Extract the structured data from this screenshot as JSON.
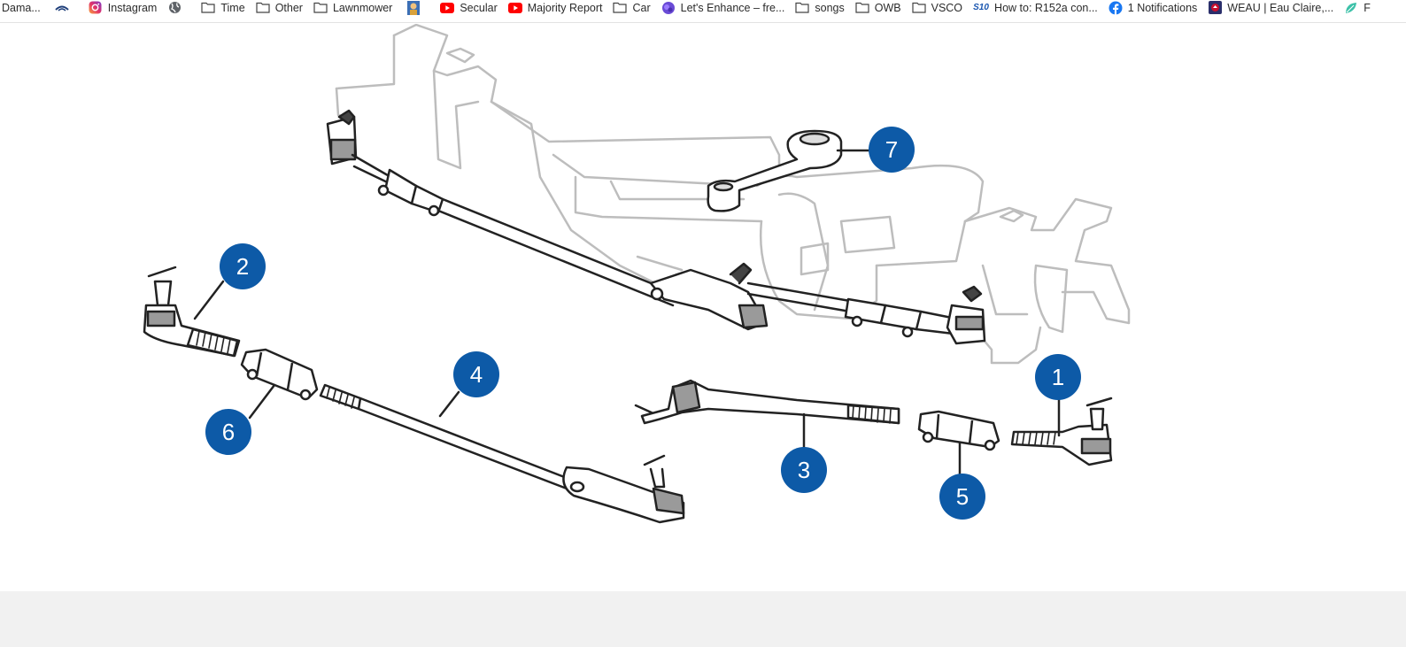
{
  "bookmarks": [
    {
      "label": "Dama...",
      "icon": "page-icon"
    },
    {
      "label": "",
      "icon": "site-logo-icon"
    },
    {
      "label": "Instagram",
      "icon": "instagram-icon"
    },
    {
      "label": "",
      "icon": "globe-icon"
    },
    {
      "label": "Time",
      "icon": "folder-icon"
    },
    {
      "label": "Other",
      "icon": "folder-icon"
    },
    {
      "label": "Lawnmower",
      "icon": "folder-icon"
    },
    {
      "label": "",
      "icon": "portrait-icon"
    },
    {
      "label": "Secular",
      "icon": "youtube-icon"
    },
    {
      "label": "Majority Report",
      "icon": "youtube-icon"
    },
    {
      "label": "Car",
      "icon": "folder-icon"
    },
    {
      "label": "Let's Enhance – fre...",
      "icon": "letsenhance-icon"
    },
    {
      "label": "songs",
      "icon": "folder-icon"
    },
    {
      "label": "OWB",
      "icon": "folder-icon"
    },
    {
      "label": "VSCO",
      "icon": "folder-icon"
    },
    {
      "label": "How to: R152a con...",
      "icon": "s10-icon"
    },
    {
      "label": "1 Notifications",
      "icon": "facebook-icon"
    },
    {
      "label": "WEAU | Eau Claire,...",
      "icon": "weau-icon"
    },
    {
      "label": "F",
      "icon": "leaf-icon"
    }
  ],
  "bookmark_icon_text": {
    "s10": "S10"
  },
  "callouts": [
    "1",
    "2",
    "3",
    "4",
    "5",
    "6",
    "7"
  ],
  "colors": {
    "callout": "#0d5aa7",
    "line": "#222222",
    "ghost": "#bdbdbd",
    "footer": "#f1f1f1"
  }
}
